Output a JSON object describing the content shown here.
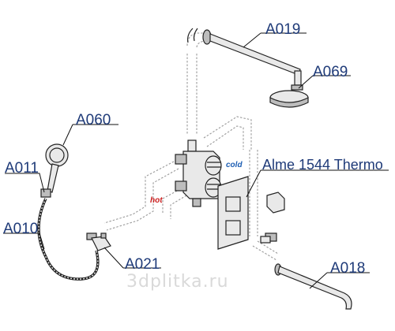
{
  "labels": {
    "a019": "A019",
    "a069": "A069",
    "a060": "A060",
    "a011": "A011",
    "a010": "A010",
    "a021": "A021",
    "a018": "A018",
    "thermo": "Alme 1544 Thermo",
    "cold": "cold",
    "hot": "hot"
  },
  "watermark": "3dplitka.ru",
  "colors": {
    "label_text": "#1e3a78",
    "cold_text": "#1e5fb4",
    "hot_text": "#cc1f1f",
    "outline": "#222222",
    "pipe_dash": "#9a9a9a"
  }
}
